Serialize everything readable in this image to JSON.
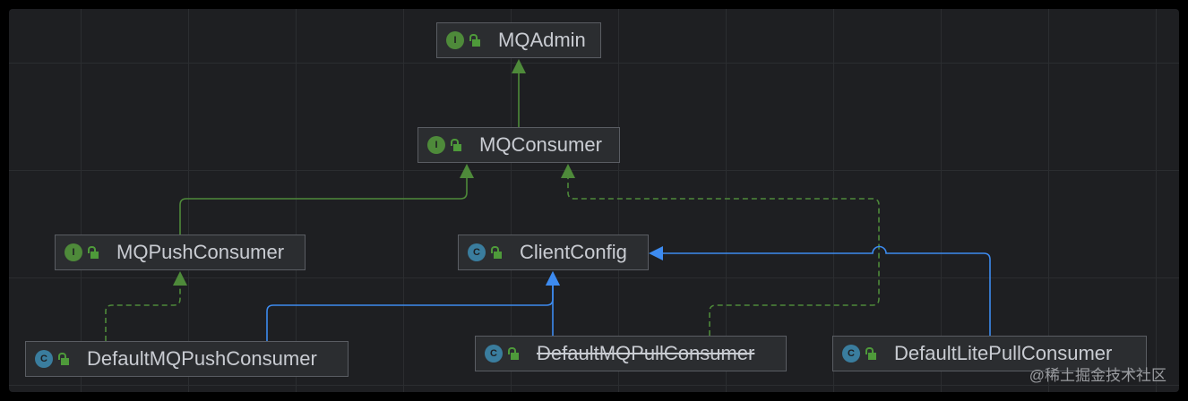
{
  "nodes": [
    {
      "id": "mqadmin",
      "label": "MQAdmin",
      "kind": "I"
    },
    {
      "id": "mqconsumer",
      "label": "MQConsumer",
      "kind": "I"
    },
    {
      "id": "mqpushconsumer",
      "label": "MQPushConsumer",
      "kind": "I"
    },
    {
      "id": "clientconfig",
      "label": "ClientConfig",
      "kind": "C"
    },
    {
      "id": "defaultmqpushconsumer",
      "label": "DefaultMQPushConsumer",
      "kind": "C"
    },
    {
      "id": "defaultmqpullconsumer",
      "label": "DefaultMQPullConsumer",
      "kind": "C",
      "deprecated": true
    },
    {
      "id": "defaultlitepullconsumer",
      "label": "DefaultLitePullConsumer",
      "kind": "C"
    }
  ],
  "edges": [
    {
      "from": "mqconsumer",
      "to": "mqadmin",
      "type": "extends"
    },
    {
      "from": "mqpushconsumer",
      "to": "mqconsumer",
      "type": "extends"
    },
    {
      "from": "defaultmqpushconsumer",
      "to": "mqpushconsumer",
      "type": "implements"
    },
    {
      "from": "defaultmqpushconsumer",
      "to": "clientconfig",
      "type": "class-extends"
    },
    {
      "from": "defaultmqpullconsumer",
      "to": "clientconfig",
      "type": "class-extends"
    },
    {
      "from": "defaultmqpullconsumer",
      "to": "mqconsumer",
      "type": "implements"
    },
    {
      "from": "defaultlitepullconsumer",
      "to": "clientconfig",
      "type": "class-extends"
    }
  ],
  "colors": {
    "interface_edge": "#4e8a3a",
    "class_edge": "#3d8bf0"
  },
  "watermark": "@稀土掘金技术社区"
}
